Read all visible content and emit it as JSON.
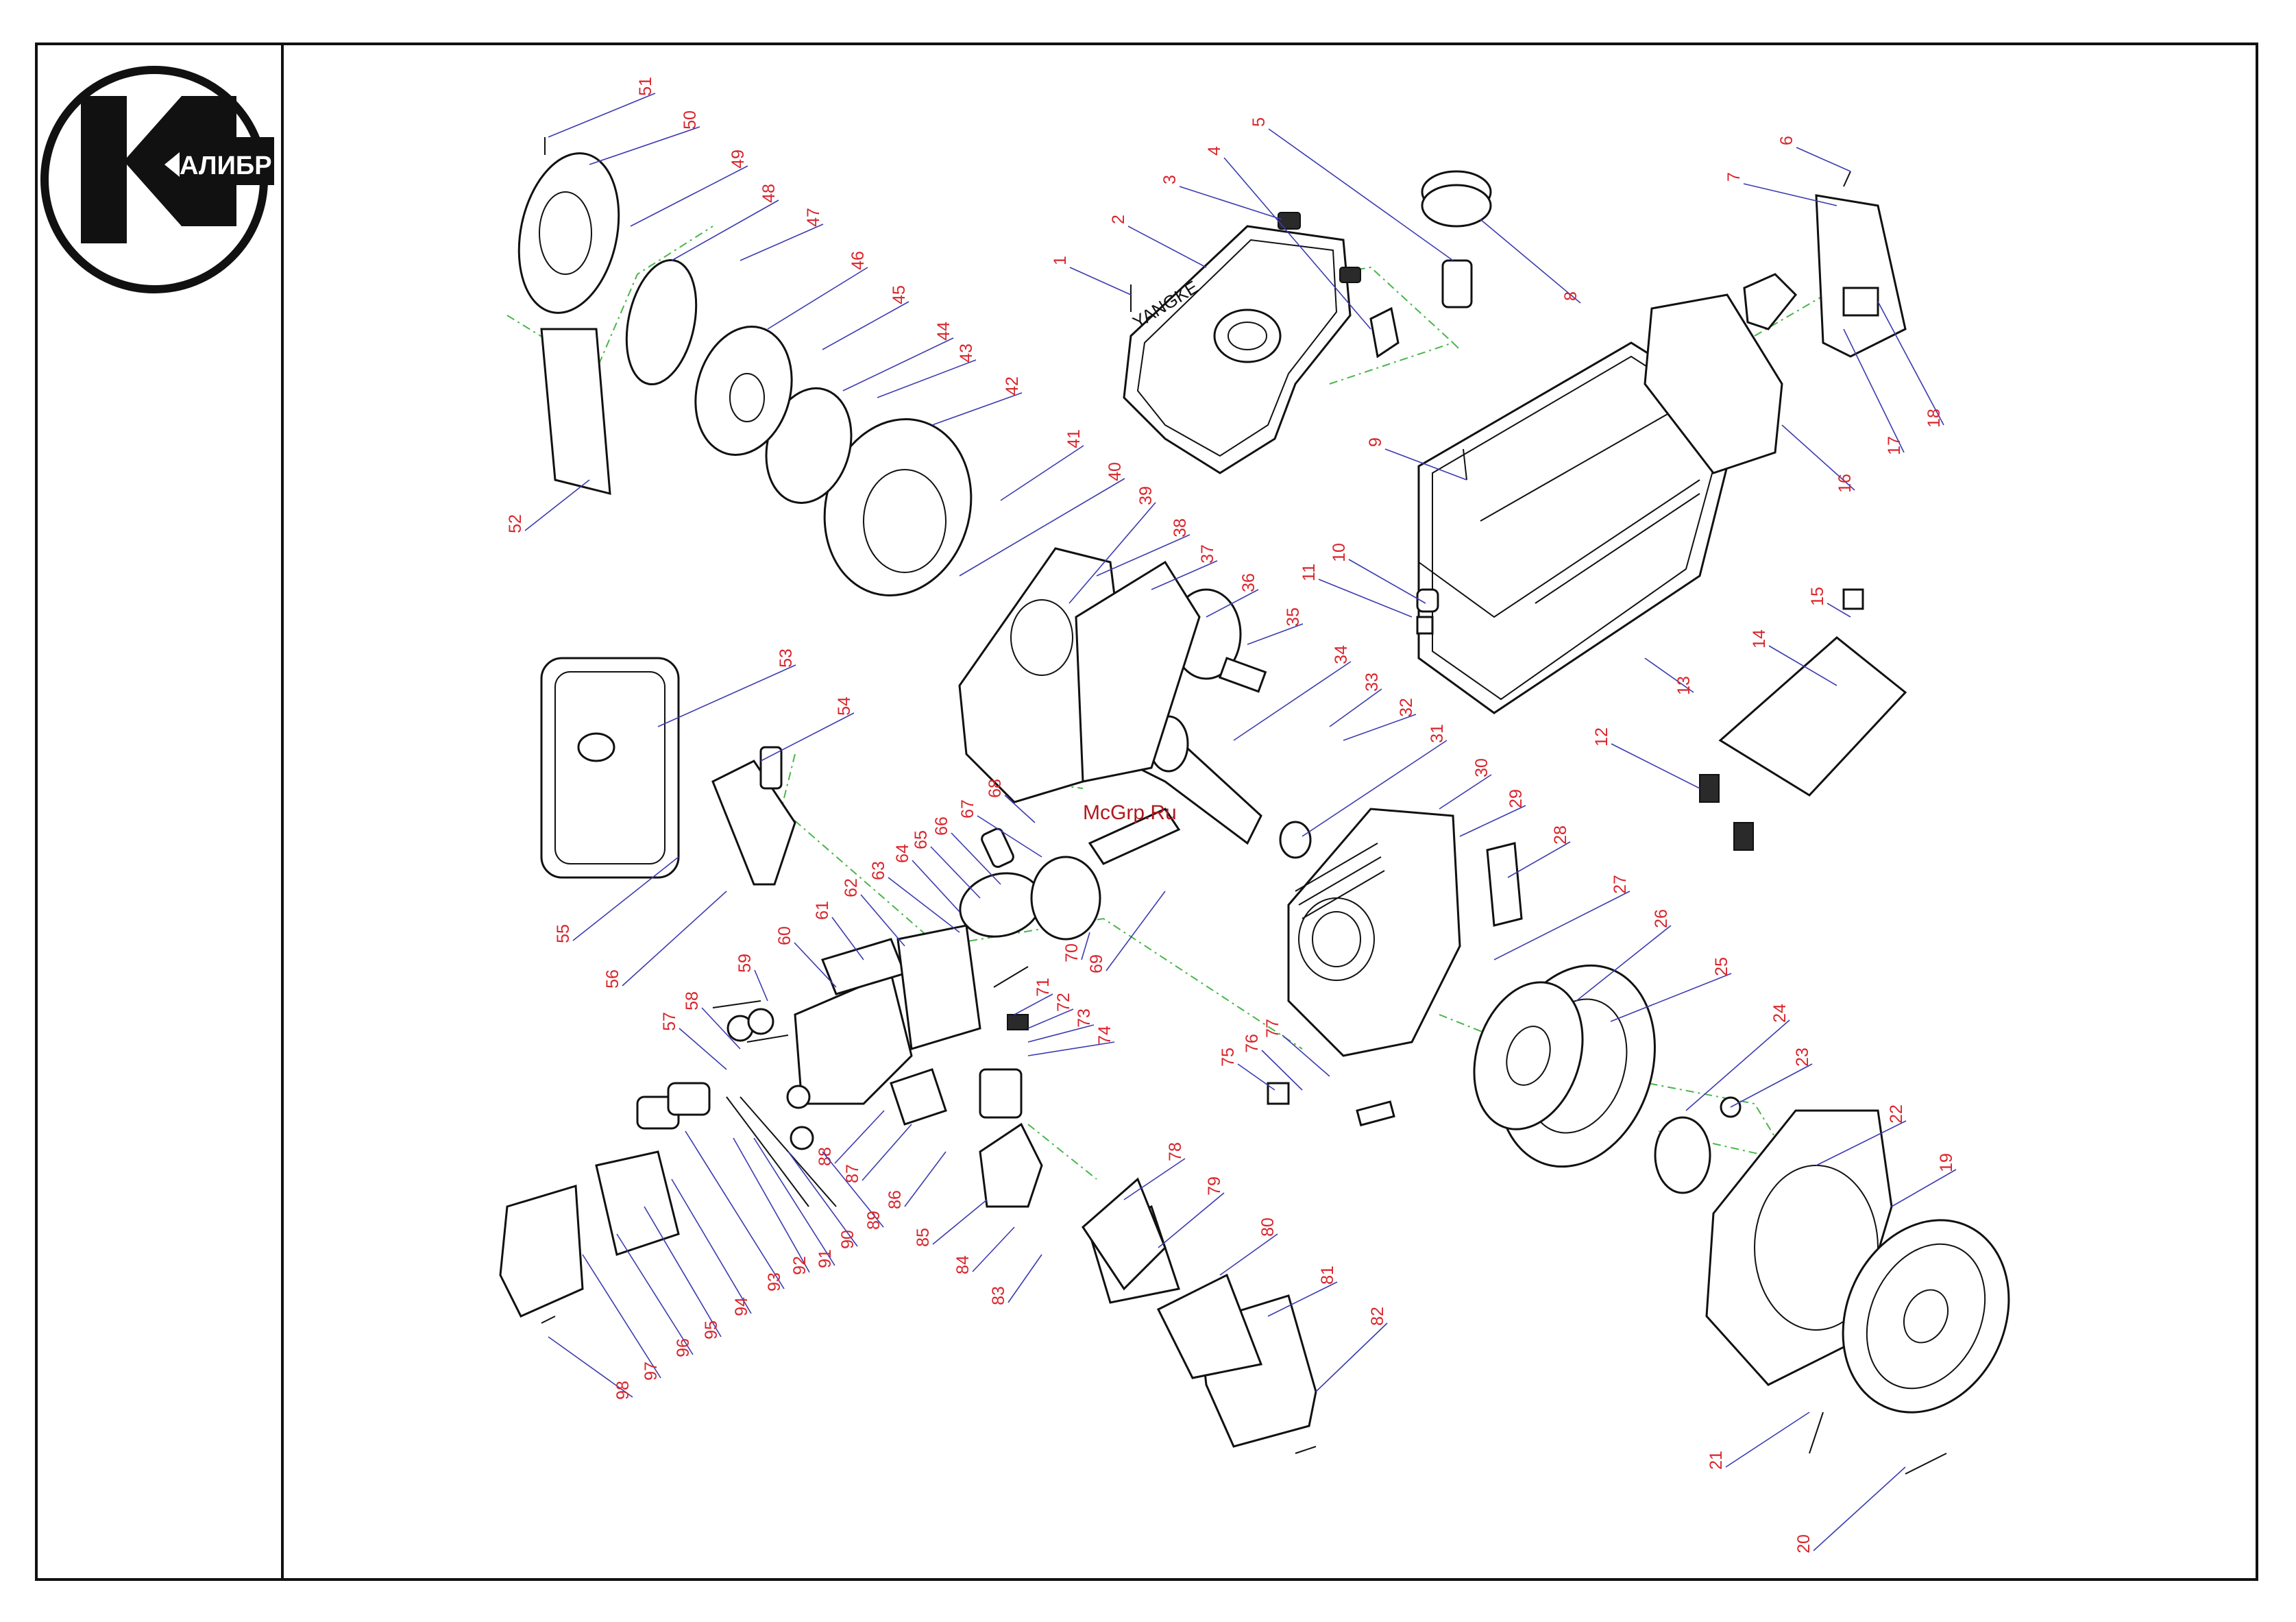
{
  "brand": {
    "logo_text": "АЛИБР"
  },
  "watermark": "McGrp.Ru",
  "tank_emboss": "YANGKE",
  "colors": {
    "callout": "#d9242b",
    "leader": "#3b3bb0",
    "assembly_line": "#49b649",
    "outline": "#111111"
  },
  "callouts": [
    "1",
    "2",
    "3",
    "4",
    "5",
    "6",
    "7",
    "8",
    "9",
    "10",
    "11",
    "12",
    "13",
    "14",
    "15",
    "16",
    "17",
    "18",
    "19",
    "20",
    "21",
    "22",
    "23",
    "24",
    "25",
    "26",
    "27",
    "28",
    "29",
    "30",
    "31",
    "32",
    "33",
    "34",
    "35",
    "36",
    "37",
    "38",
    "39",
    "40",
    "41",
    "42",
    "43",
    "44",
    "45",
    "46",
    "47",
    "48",
    "49",
    "50",
    "51",
    "52",
    "53",
    "54",
    "55",
    "56",
    "57",
    "58",
    "59",
    "60",
    "61",
    "62",
    "63",
    "64",
    "65",
    "66",
    "67",
    "68",
    "69",
    "70",
    "71",
    "72",
    "73",
    "74",
    "75",
    "76",
    "77",
    "78",
    "79",
    "80",
    "81",
    "82",
    "83",
    "84",
    "85",
    "86",
    "87",
    "88",
    "89",
    "90",
    "91",
    "92",
    "93",
    "94",
    "95",
    "96",
    "97",
    "98"
  ]
}
